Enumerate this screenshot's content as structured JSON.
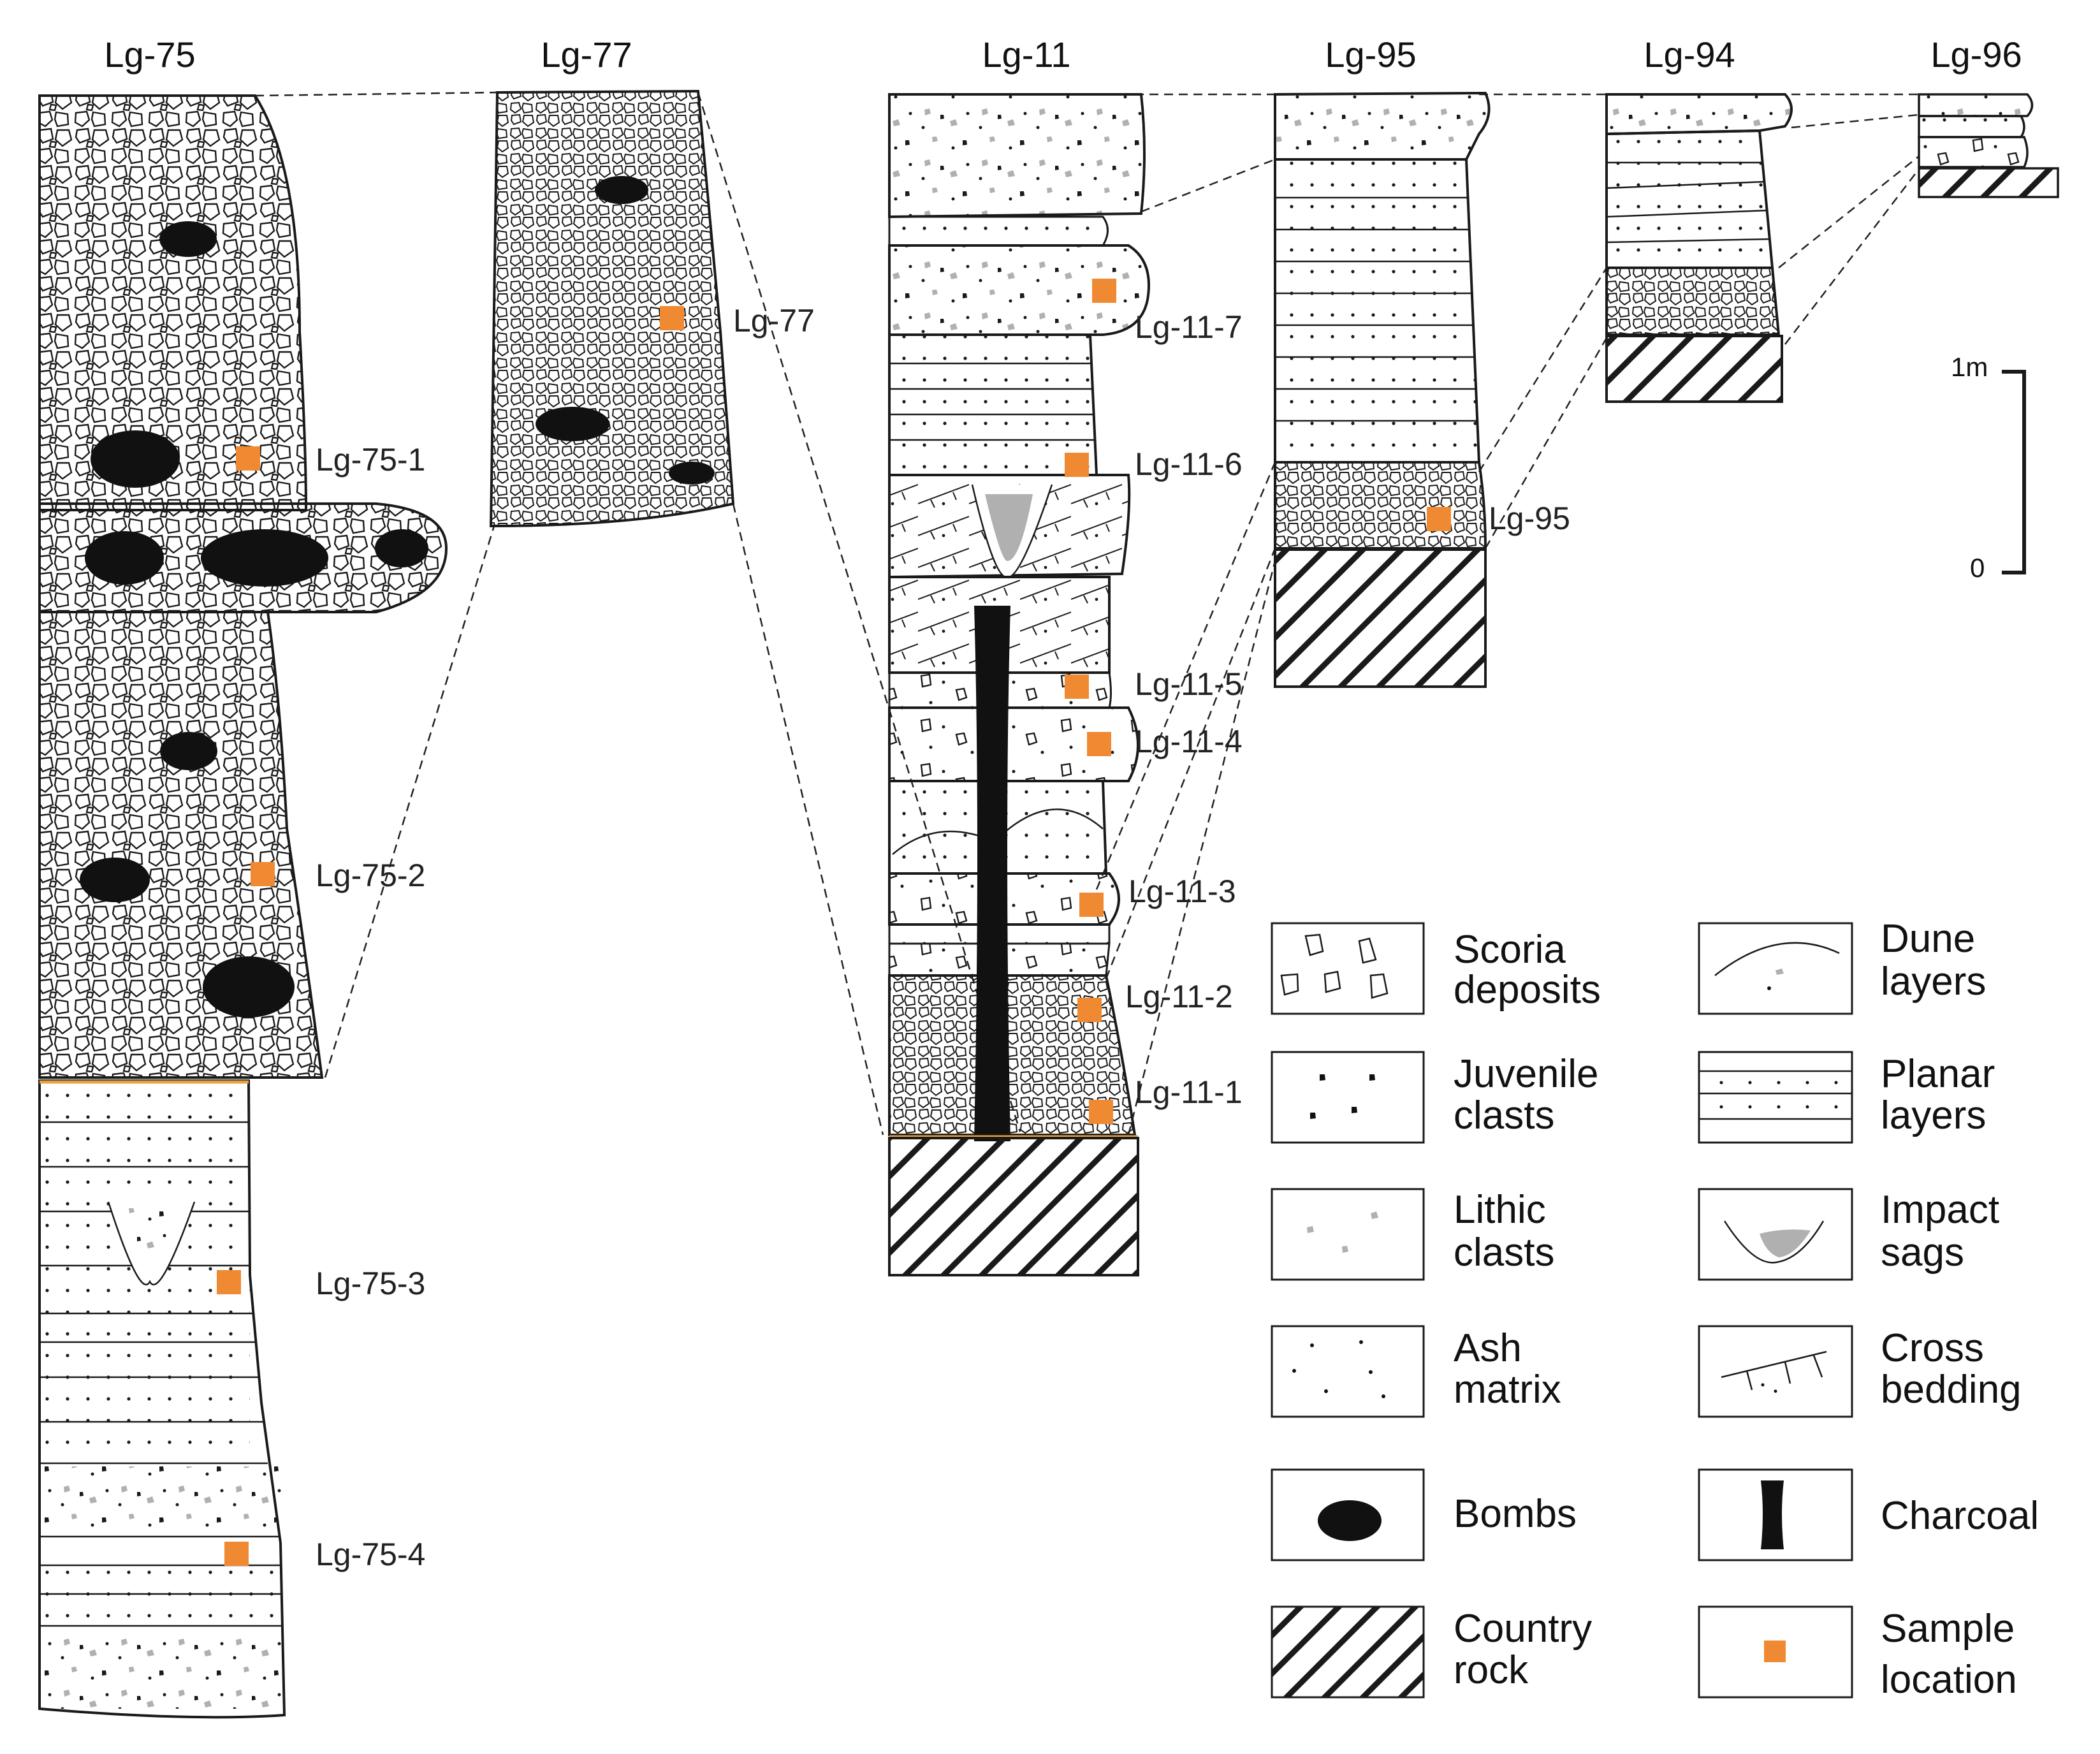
{
  "columns": [
    {
      "id": "Lg-75",
      "title": "Lg-75"
    },
    {
      "id": "Lg-77",
      "title": "Lg-77"
    },
    {
      "id": "Lg-11",
      "title": "Lg-11"
    },
    {
      "id": "Lg-95",
      "title": "Lg-95"
    },
    {
      "id": "Lg-94",
      "title": "Lg-94"
    },
    {
      "id": "Lg-96",
      "title": "Lg-96"
    }
  ],
  "samples": {
    "lg75_1": "Lg-75-1",
    "lg75_2": "Lg-75-2",
    "lg75_3": "Lg-75-3",
    "lg75_4": "Lg-75-4",
    "lg77": "Lg-77",
    "lg11_7": "Lg-11-7",
    "lg11_6": "Lg-11-6",
    "lg11_5": "Lg-11-5",
    "lg11_4": "Lg-11-4",
    "lg11_3": "Lg-11-3",
    "lg11_2": "Lg-11-2",
    "lg11_1": "Lg-11-1",
    "lg95": "Lg-95"
  },
  "scale_bar": {
    "top_label": "1m",
    "bottom_label": "0"
  },
  "legend": {
    "scoria": [
      "Scoria",
      "deposits"
    ],
    "juvenile": [
      "Juvenile",
      "clasts"
    ],
    "lithic": [
      "Lithic",
      "clasts"
    ],
    "ash": [
      "Ash",
      "matrix"
    ],
    "bombs": [
      "Bombs"
    ],
    "country": [
      "Country",
      "rock"
    ],
    "dune": [
      "Dune",
      "layers"
    ],
    "planar": [
      "Planar",
      "layers"
    ],
    "impact": [
      "Impact",
      "sags"
    ],
    "cross": [
      "Cross",
      "bedding"
    ],
    "charcoal": [
      "Charcoal"
    ],
    "sample": [
      "Sample",
      "location"
    ]
  },
  "colors": {
    "sample_marker": "#f08a32",
    "lithic_clast": "#b0b0b0",
    "ink": "#1a1a1a",
    "contact_line": "#e8a040"
  }
}
